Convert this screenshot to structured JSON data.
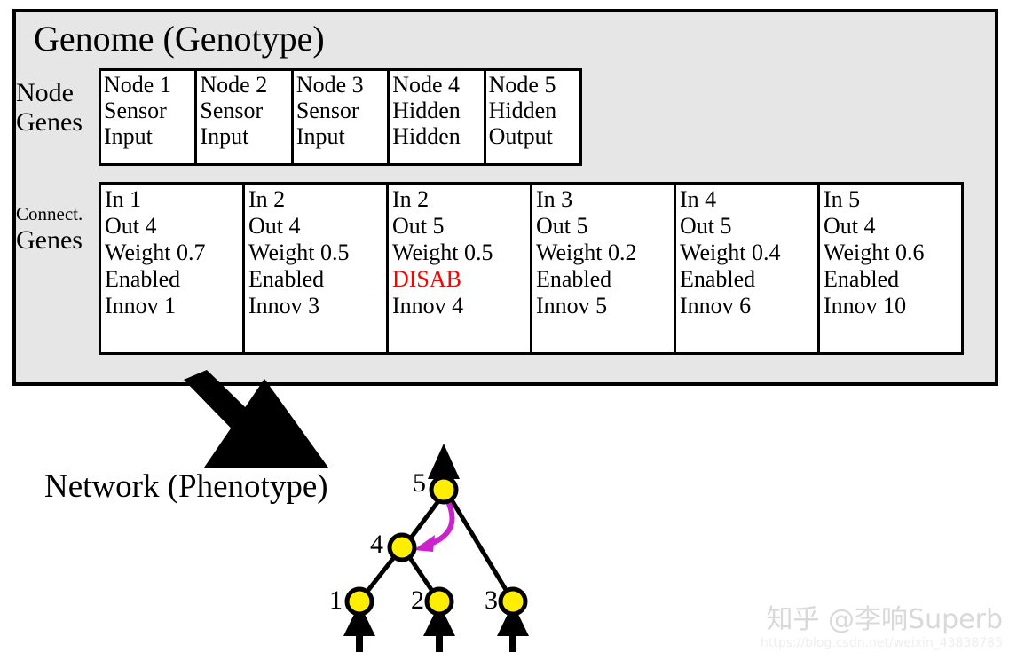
{
  "genome_panel": {
    "title": "Genome (Genotype)",
    "node_genes_label_line1": "Node",
    "node_genes_label_line2": "Genes",
    "connect_genes_label_line1": "Connect.",
    "connect_genes_label_line2": "Genes",
    "node_genes": [
      {
        "name": "Node 1",
        "type": "Sensor",
        "role": "Input"
      },
      {
        "name": "Node 2",
        "type": "Sensor",
        "role": "Input"
      },
      {
        "name": "Node 3",
        "type": "Sensor",
        "role": "Input"
      },
      {
        "name": "Node 4",
        "type": "Hidden",
        "role": "Hidden"
      },
      {
        "name": "Node 5",
        "type": "Hidden",
        "role": "Output"
      }
    ],
    "connection_genes": [
      {
        "in": "In 1",
        "out": "Out 4",
        "weight": "Weight 0.7",
        "status": "Enabled",
        "innov": "Innov 1",
        "disabled": false
      },
      {
        "in": "In 2",
        "out": "Out 4",
        "weight": "Weight 0.5",
        "status": "Enabled",
        "innov": "Innov 3",
        "disabled": false
      },
      {
        "in": "In 2",
        "out": "Out 5",
        "weight": "Weight 0.5",
        "status": "DISAB",
        "innov": "Innov 4",
        "disabled": true
      },
      {
        "in": "In 3",
        "out": "Out 5",
        "weight": "Weight 0.2",
        "status": "Enabled",
        "innov": "Innov 5",
        "disabled": false
      },
      {
        "in": "In 4",
        "out": "Out 5",
        "weight": "Weight 0.4",
        "status": "Enabled",
        "innov": "Innov 6",
        "disabled": false
      },
      {
        "in": "In 5",
        "out": "Out 4",
        "weight": "Weight 0.6",
        "status": "Enabled",
        "innov": "Innov 10",
        "disabled": false
      }
    ]
  },
  "network": {
    "label": "Network (Phenotype)",
    "node_labels": {
      "n1": "1",
      "n2": "2",
      "n3": "3",
      "n4": "4",
      "n5": "5"
    },
    "node_fill_color": "#ffee00",
    "recurrent_arrow_color": "#cc22cc",
    "edge_color": "#000000"
  },
  "watermark": {
    "name": "知乎 @李响Superb",
    "url": "https://blog.csdn.net/weixin_43838785"
  }
}
